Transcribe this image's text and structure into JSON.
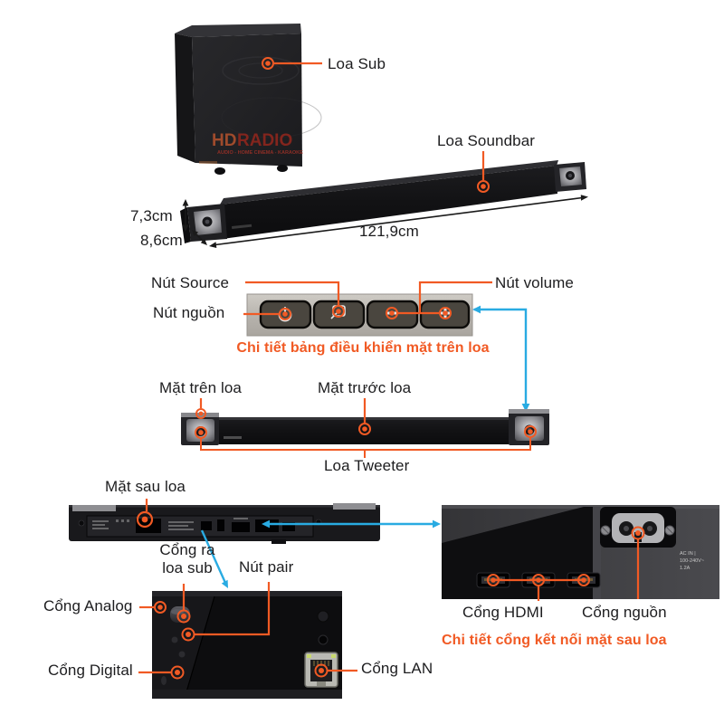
{
  "colors": {
    "callout_orange": "#f15a24",
    "connector_blue": "#29abe2",
    "text_dark": "#1d1d1f"
  },
  "labels": {
    "loa_sub": "Loa Sub",
    "loa_soundbar": "Loa Soundbar",
    "nut_source": "Nút Source",
    "nut_volume": "Nút volume",
    "nut_nguon": "Nút nguồn",
    "mat_tren_loa": "Mặt trên loa",
    "mat_truoc_loa": "Mặt trước loa",
    "loa_tweeter": "Loa Tweeter",
    "mat_sau_loa": "Mặt sau loa",
    "cong_ra_loa_sub": "Cổng ra loa sub",
    "nut_pair": "Nút pair",
    "cong_analog": "Cổng Analog",
    "cong_digital": "Cổng Digital",
    "cong_lan": "Cổng LAN",
    "cong_hdmi": "Cổng HDMI",
    "cong_nguon": "Cổng nguồn"
  },
  "captions": {
    "panel": "Chi tiết bảng điều khiển mặt trên loa",
    "ports": "Chi tiết cổng kết nối mặt sau loa"
  },
  "dimensions": {
    "height": "7,3cm",
    "depth": "8,6cm",
    "length": "121,9cm"
  },
  "watermark": {
    "hd": "HD",
    "radio": "RADIO",
    "tagline": "AUDIO - HOME CINEMA - KARAOKE"
  },
  "rear_panel_text": {
    "ac1": "AC IN |",
    "ac2": "100-240V~",
    "ac3": "1.2A"
  }
}
